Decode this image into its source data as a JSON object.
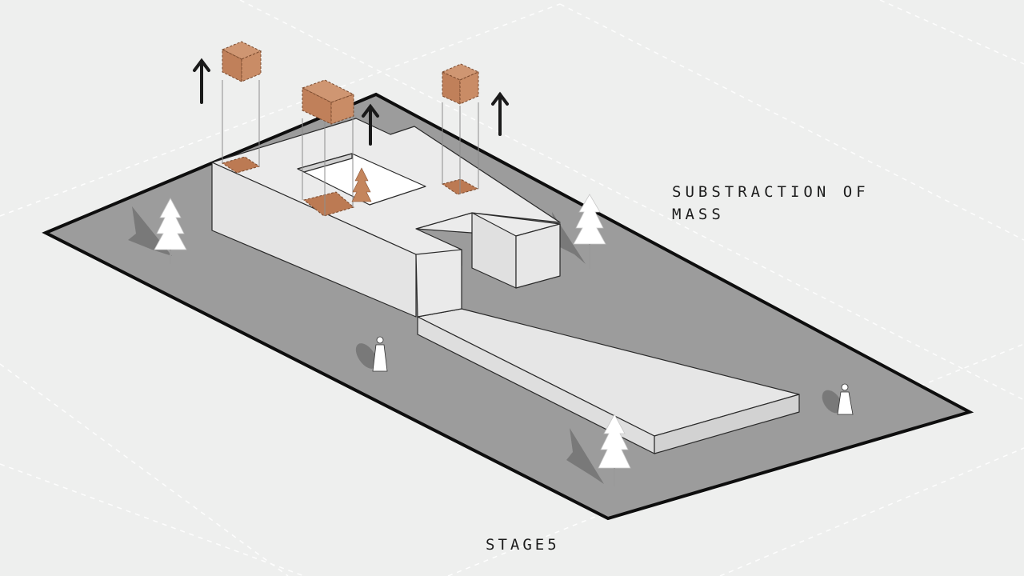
{
  "diagram": {
    "title_lines": [
      "SUBSTRACTION OF",
      "MASS"
    ],
    "stage_label": "STAGE5",
    "colors": {
      "background": "#eeefee",
      "site": "#9c9c9c",
      "site_outline": "#0e0e0e",
      "mass": "#e9e9e9",
      "mass_side": "#dcdcdc",
      "mass_edge": "#2a2a2a",
      "subtracted_block": "#c38560",
      "subtracted_top": "#cf9672",
      "footprint": "#bc7a53",
      "arrow": "#1a1a1a"
    },
    "icons": [
      "upward-arrow-icon",
      "tree-icon",
      "person-icon"
    ]
  }
}
